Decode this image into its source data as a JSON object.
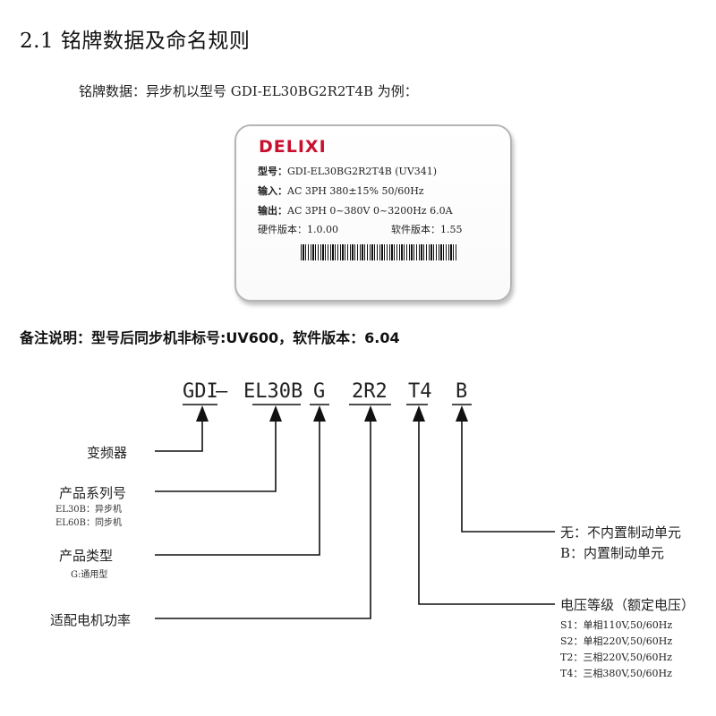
{
  "section_title": "2.1 铭牌数据及命名规则",
  "intro": "铭牌数据：异步机以型号 GDI-EL30BG2R2T4B 为例：",
  "nameplate": {
    "brand": "DELIXI",
    "model_label": "型号：",
    "model_value": "GDI-EL30BG2R2T4B (UV341)",
    "input_label": "输入：",
    "input_value": "AC 3PH 380±15% 50/60Hz",
    "output_label": "输出：",
    "output_value": "AC 3PH 0~380V 0~3200Hz 6.0A",
    "hw_version": "硬件版本：1.0.00",
    "sw_version": "软件版本：1.55"
  },
  "note": "备注说明：型号后同步机非标号:UV600，软件版本：6.04",
  "code_parts": [
    "GDI",
    "—",
    "EL30B",
    "G",
    "2R2",
    "T4",
    "B"
  ],
  "labels": {
    "inverter": "变频器",
    "series": "产品系列号",
    "series_items": [
      "EL30B：异步机",
      "EL60B：同步机"
    ],
    "type": "产品类型",
    "type_items": [
      "G:通用型"
    ],
    "power": "适配电机功率",
    "brake_items": [
      "无：不内置制动单元",
      "B：内置制动单元"
    ],
    "voltage": "电压等级（额定电压）",
    "voltage_items": [
      "S1：单相110V,50/60Hz",
      "S2：单相220V,50/60Hz",
      "T2：三相220V,50/60Hz",
      "T4：三相380V,50/60Hz"
    ]
  }
}
